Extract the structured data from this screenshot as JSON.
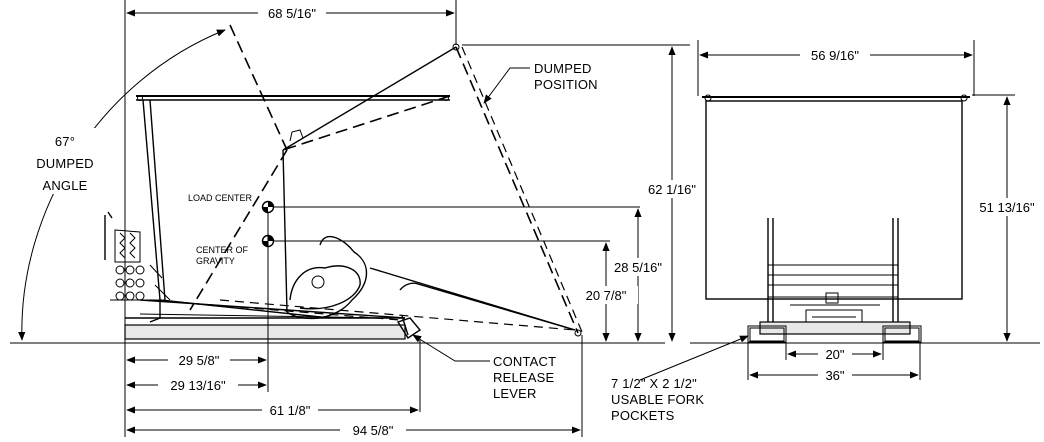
{
  "side_view": {
    "dims": {
      "top_width": "68 5/16\"",
      "dumped_height": "62 1/16\"",
      "load_center_height": "28 5/16\"",
      "cog_height": "20 7/8\"",
      "load_center_horiz": "29 5/8\"",
      "cog_horiz": "29 13/16\"",
      "base_to_lever": "61 1/8\"",
      "overall_length": "94 5/8\""
    },
    "labels": {
      "angle_value": "67°",
      "angle_line1": "DUMPED",
      "angle_line2": "ANGLE",
      "dumped_line1": "DUMPED",
      "dumped_line2": "POSITION",
      "load_center": "LOAD CENTER",
      "cog_line1": "CENTER OF",
      "cog_line2": "GRAVITY",
      "lever_line1": "CONTACT",
      "lever_line2": "RELEASE",
      "lever_line3": "LEVER"
    }
  },
  "front_view": {
    "dims": {
      "top_width": "56 9/16\"",
      "height": "51 13/16\"",
      "pocket_spacing": "20\"",
      "base_width": "36\""
    },
    "labels": {
      "pockets_line1": "7 1/2\" X 2 1/2\"",
      "pockets_line2": "USABLE FORK",
      "pockets_line3": "POCKETS"
    }
  }
}
